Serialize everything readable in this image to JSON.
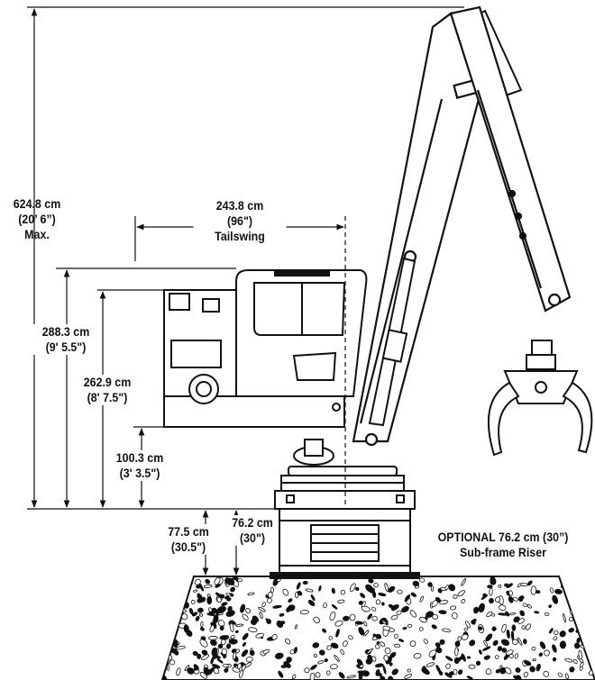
{
  "dimensions": {
    "max_height": {
      "value": "624.8 cm",
      "imperial": "(20’ 6”)",
      "note": "Max."
    },
    "tailswing": {
      "value": "243.8 cm",
      "imperial": "(96\")",
      "note": "Tailswing"
    },
    "cab_height": {
      "value": "288.3 cm",
      "imperial": "(9' 5.5\")"
    },
    "roof_height": {
      "value": "262.9 cm",
      "imperial": "(8' 7.5\")"
    },
    "base_height": {
      "value": "100.3 cm",
      "imperial": "(3' 3.5\")"
    },
    "pedestal_height": {
      "value": "77.5 cm",
      "imperial": "(30.5\")"
    },
    "riser_height": {
      "value": "76.2 cm",
      "imperial": "(30\")"
    }
  },
  "riser_note": {
    "line1": "OPTIONAL 76.2 cm (30”)",
    "line2": "Sub-frame Riser"
  },
  "colors": {
    "ink": "#111111",
    "paper": "#ffffff"
  }
}
